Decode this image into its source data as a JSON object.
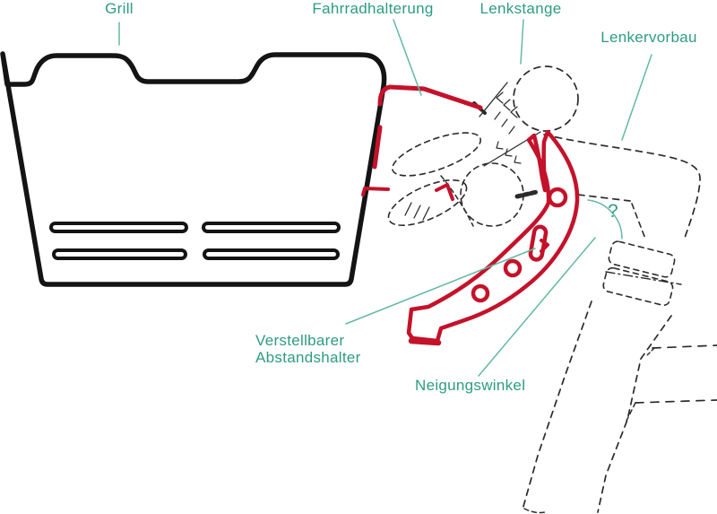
{
  "figure": {
    "type": "technical-diagram",
    "subject": "grill-mounted-on-bicycle-handlebar",
    "background": "#ffffff",
    "labels": {
      "grill": "Grill",
      "mount": "Fahrradhalterung",
      "handlebar": "Lenkstange",
      "stem": "Lenkervorbau",
      "spacer_line1": "Verstellbarer",
      "spacer_line2": "Abstandshalter",
      "tilt_angle": "Neigungswinkel",
      "angle_symbol": "?"
    },
    "colors": {
      "label_text": "#2d9c82",
      "leader_line": "#63b9a4",
      "highlight": "#c4122a",
      "outline": "#141414",
      "sketch": "#2b2b2b"
    }
  }
}
